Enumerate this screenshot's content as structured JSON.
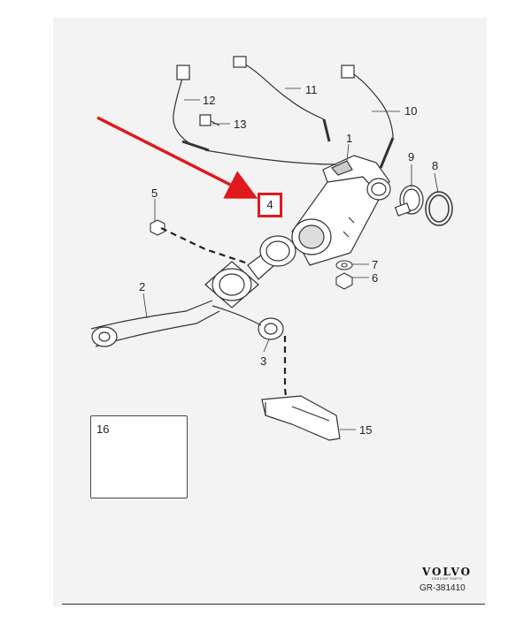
{
  "callouts": {
    "p1": "1",
    "p2": "2",
    "p3": "3",
    "p4": "4",
    "p5": "5",
    "p6": "6",
    "p7": "7",
    "p8": "8",
    "p9": "9",
    "p10": "10",
    "p11": "11",
    "p12": "12",
    "p13": "13",
    "p15": "15",
    "p16": "16"
  },
  "highlight": {
    "color": "#e0191c",
    "callout": "4"
  },
  "branding": {
    "logo": "VOLVO",
    "sub": "GENUINE PARTS",
    "reference": "GR-381410"
  }
}
